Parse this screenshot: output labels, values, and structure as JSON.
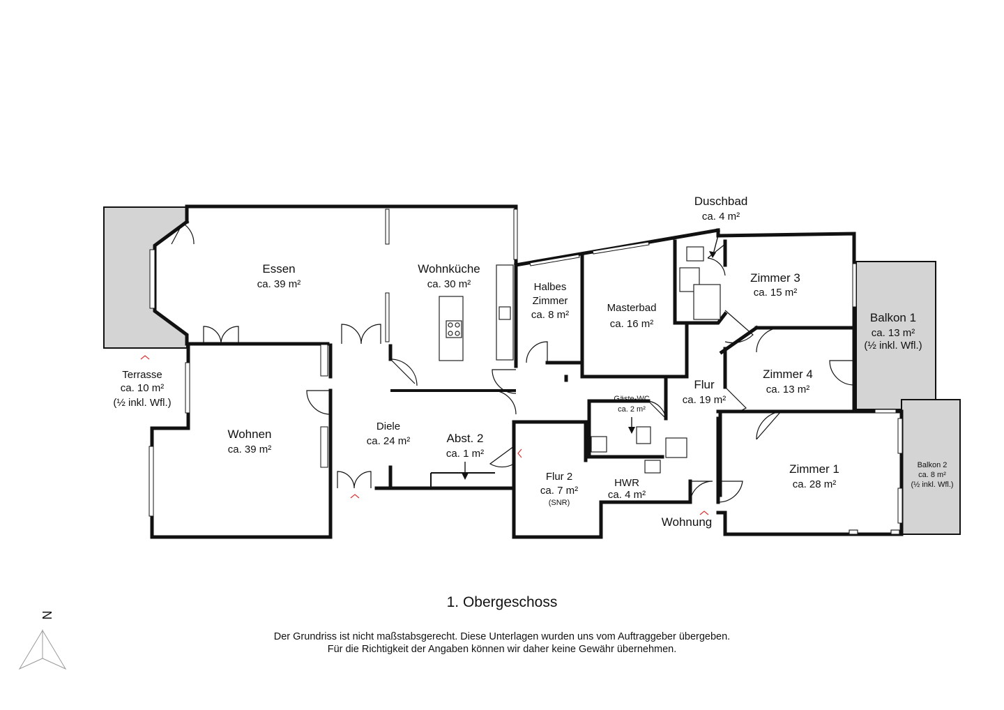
{
  "floor_title": "1. Obergeschoss",
  "disclaimer": [
    "Der Grundriss ist nicht maßstabsgerecht. Diese Unterlagen wurden uns vom Auftraggeber übergeben.",
    "Für die Richtigkeit der Angaben können wir daher keine Gewähr übernehmen."
  ],
  "compass": {
    "north_label": "N"
  },
  "rooms": {
    "essen": {
      "name": "Essen",
      "area": "ca. 39 m²"
    },
    "wohnkueche": {
      "name": "Wohnküche",
      "area": "ca. 30 m²"
    },
    "halbes_zimmer": {
      "name_line1": "Halbes",
      "name_line2": "Zimmer",
      "area": "ca. 8 m²"
    },
    "masterbad": {
      "name": "Masterbad",
      "area": "ca. 16 m²"
    },
    "duschbad": {
      "name": "Duschbad",
      "area": "ca. 4 m²"
    },
    "zimmer3": {
      "name": "Zimmer 3",
      "area": "ca. 15 m²"
    },
    "balkon1": {
      "name": "Balkon 1",
      "area": "ca. 13 m²",
      "note": "(½ inkl. Wfl.)"
    },
    "terrasse": {
      "name": "Terrasse",
      "area": "ca. 10 m²",
      "note": "(½ inkl. Wfl.)"
    },
    "wohnen": {
      "name": "Wohnen",
      "area": "ca. 39 m²"
    },
    "diele": {
      "name": "Diele",
      "area": "ca. 24 m²"
    },
    "abst2": {
      "name": "Abst. 2",
      "area": "ca. 1 m²"
    },
    "flur2": {
      "name": "Flur 2",
      "area": "ca. 7 m²",
      "note": "(SNR)"
    },
    "gaeste_wc": {
      "name": "Gäste-WC",
      "area": "ca. 2 m²"
    },
    "hwr": {
      "name": "HWR",
      "area": "ca. 4 m²"
    },
    "flur": {
      "name": "Flur",
      "area": "ca. 19 m²"
    },
    "zimmer4": {
      "name": "Zimmer 4",
      "area": "ca. 13 m²"
    },
    "zimmer1": {
      "name": "Zimmer 1",
      "area": "ca. 28 m²"
    },
    "balkon2": {
      "name": "Balkon 2",
      "area": "ca. 8 m²",
      "note": "(½ inkl. Wfl.)"
    },
    "wohnung": {
      "name": "Wohnung"
    }
  }
}
